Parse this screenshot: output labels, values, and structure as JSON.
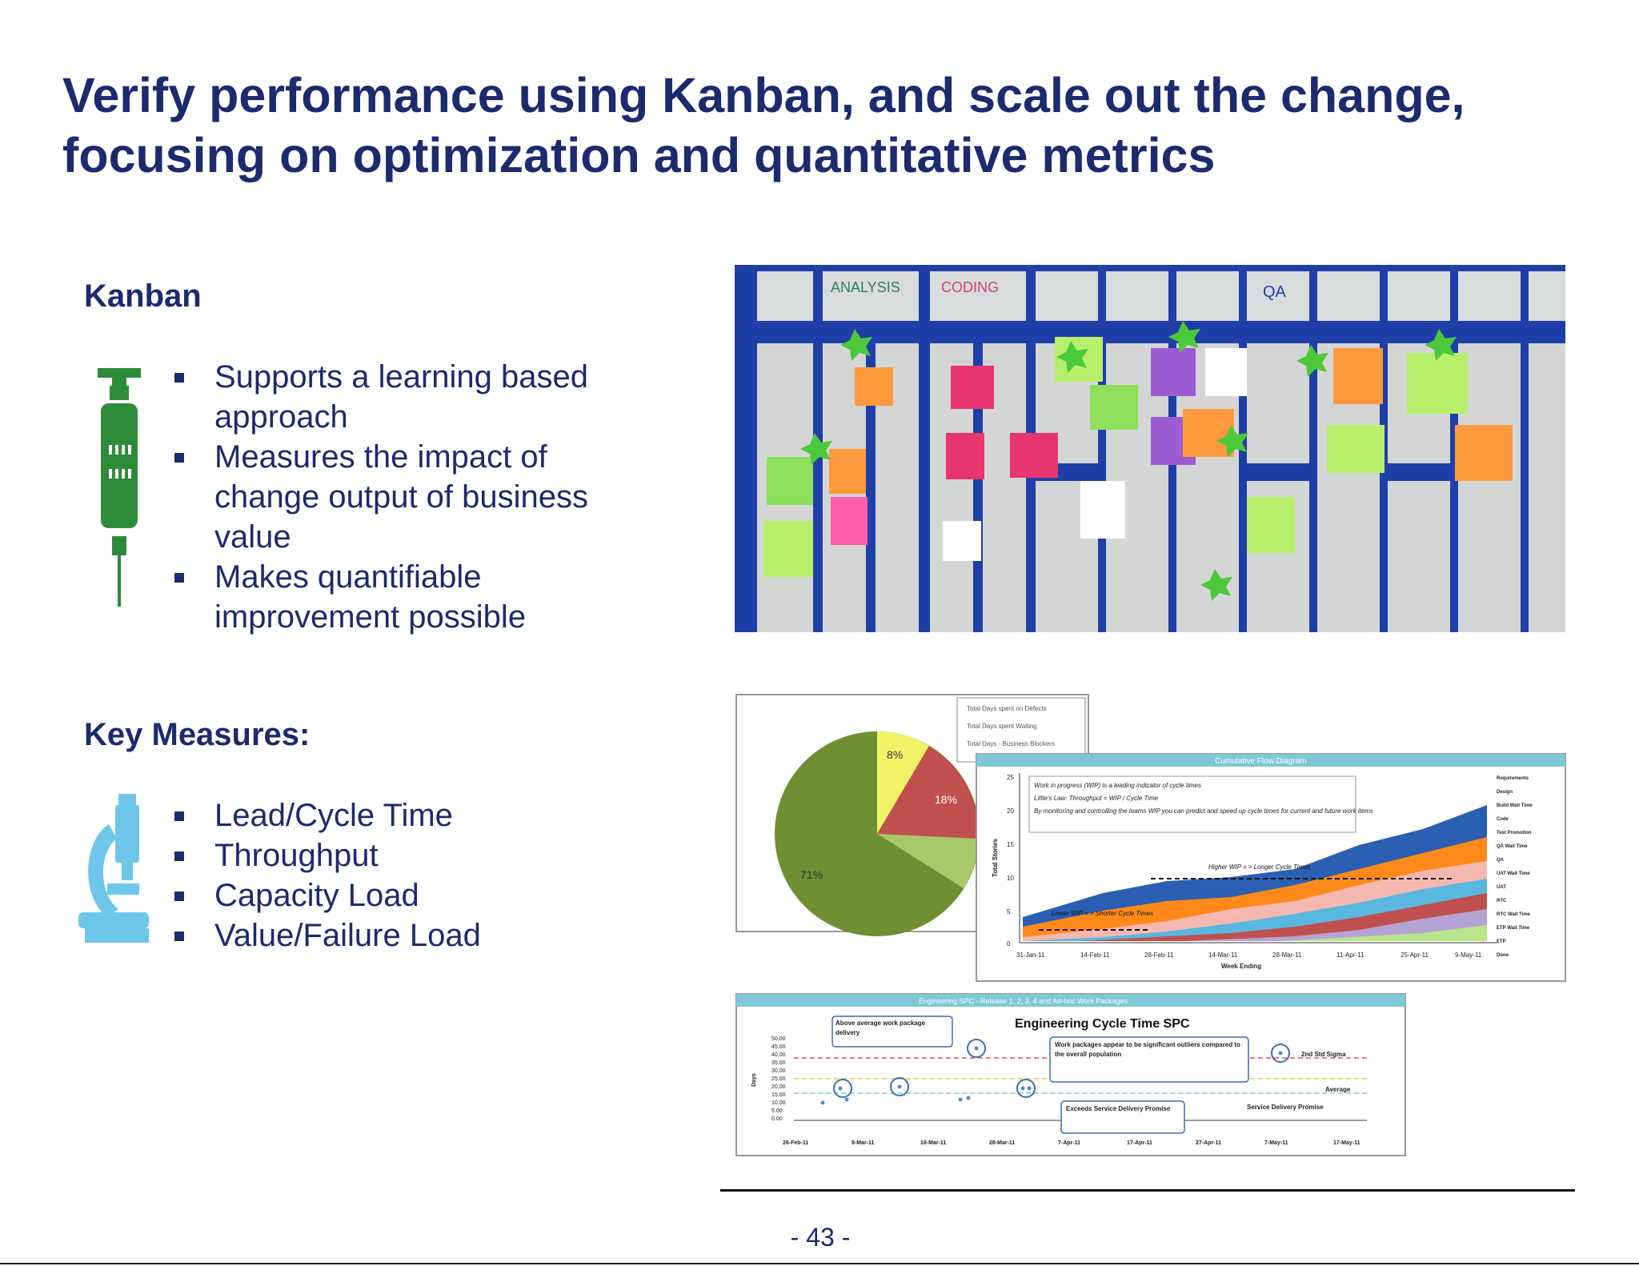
{
  "slide": {
    "title": "Verify performance using Kanban, and scale out the change, focusing on optimization and quantitative metrics",
    "page_number": "- 43 -"
  },
  "kanban": {
    "heading": "Kanban",
    "icon": "syringe-icon",
    "bullets": [
      "Supports a learning based approach",
      "Measures the impact of change output of business value",
      "Makes quantifiable improvement possible"
    ]
  },
  "measures": {
    "heading": "Key Measures:",
    "icon": "microscope-icon",
    "bullets": [
      "Lead/Cycle Time",
      "Throughput",
      "Capacity Load",
      "Value/Failure Load"
    ]
  },
  "board_photo": {
    "column_headers": [
      "ANALYSIS",
      "CODING",
      "QA"
    ]
  },
  "pie_chart": {
    "labels": [
      "8%",
      "18%",
      "71%"
    ],
    "values": [
      8,
      18,
      71
    ],
    "legend": [
      "Total Days spent on Defects",
      "Total Days spent Waiting",
      "Total Days - Business Blockers"
    ]
  },
  "cfd_chart": {
    "title": "Cumulative Flow Diagram",
    "notes": [
      "Work in progress (WIP) is a leading indicator of cycle times",
      "Little's Law: Throughput = WIP / Cycle Time",
      "By monitoring and controlling the teams WIP you can predict and speed up cycle times for current and future work items"
    ],
    "higher_wip": "Higher WIP = > Longer Cycle Times",
    "lower_wip": "Lower WIP = > Shorter Cycle Times",
    "y_ticks": [
      "25",
      "20",
      "15",
      "10",
      "5",
      "0"
    ],
    "x_ticks": [
      "31-Jan-11",
      "14-Feb-11",
      "28-Feb-11",
      "14-Mar-11",
      "28-Mar-11",
      "11-Apr-11",
      "25-Apr-11",
      "9-May-11"
    ],
    "ylabel": "Total Stories",
    "xlabel": "Week Ending",
    "legend": [
      "Requirements",
      "Design",
      "Build Wait Time",
      "Code",
      "Test Promotion",
      "QA Wait Time",
      "QA",
      "UAT Wait Time",
      "UAT",
      "RTC",
      "RTC Wait Time",
      "ETP Wait Time",
      "ETP",
      "Done"
    ]
  },
  "spc_chart": {
    "banner": "Engineering SPC - Release 1, 2, 3, 4 and Ad-hoc Work Packages",
    "title": "Engineering Cycle Time SPC",
    "callouts": [
      "Above average work package delivery",
      "Work packages appear to be significant outliers compared to the overall population",
      "Exceeds Service Delivery Promise"
    ],
    "line_labels": [
      "2nd Std Sigma",
      "Average",
      "Service Delivery Promise"
    ],
    "ylabel": "Days",
    "y_ticks": [
      "50.00",
      "45.00",
      "40.00",
      "35.00",
      "30.00",
      "25.00",
      "20.00",
      "15.00",
      "10.00",
      "5.00",
      "0.00"
    ],
    "x_ticks": [
      "26-Feb-11",
      "8-Mar-11",
      "18-Mar-11",
      "28-Mar-11",
      "7-Apr-11",
      "17-Apr-11",
      "27-Apr-11",
      "7-May-11",
      "17-May-11"
    ]
  },
  "colors": {
    "title": "#1c2a6e",
    "syringe": "#2e8b3a",
    "microscope": "#6ec6ea",
    "board": "#1f3fa8",
    "pie_green": "#6f8f33",
    "pie_red": "#c0504d",
    "pie_yellow": "#f3f36a"
  }
}
